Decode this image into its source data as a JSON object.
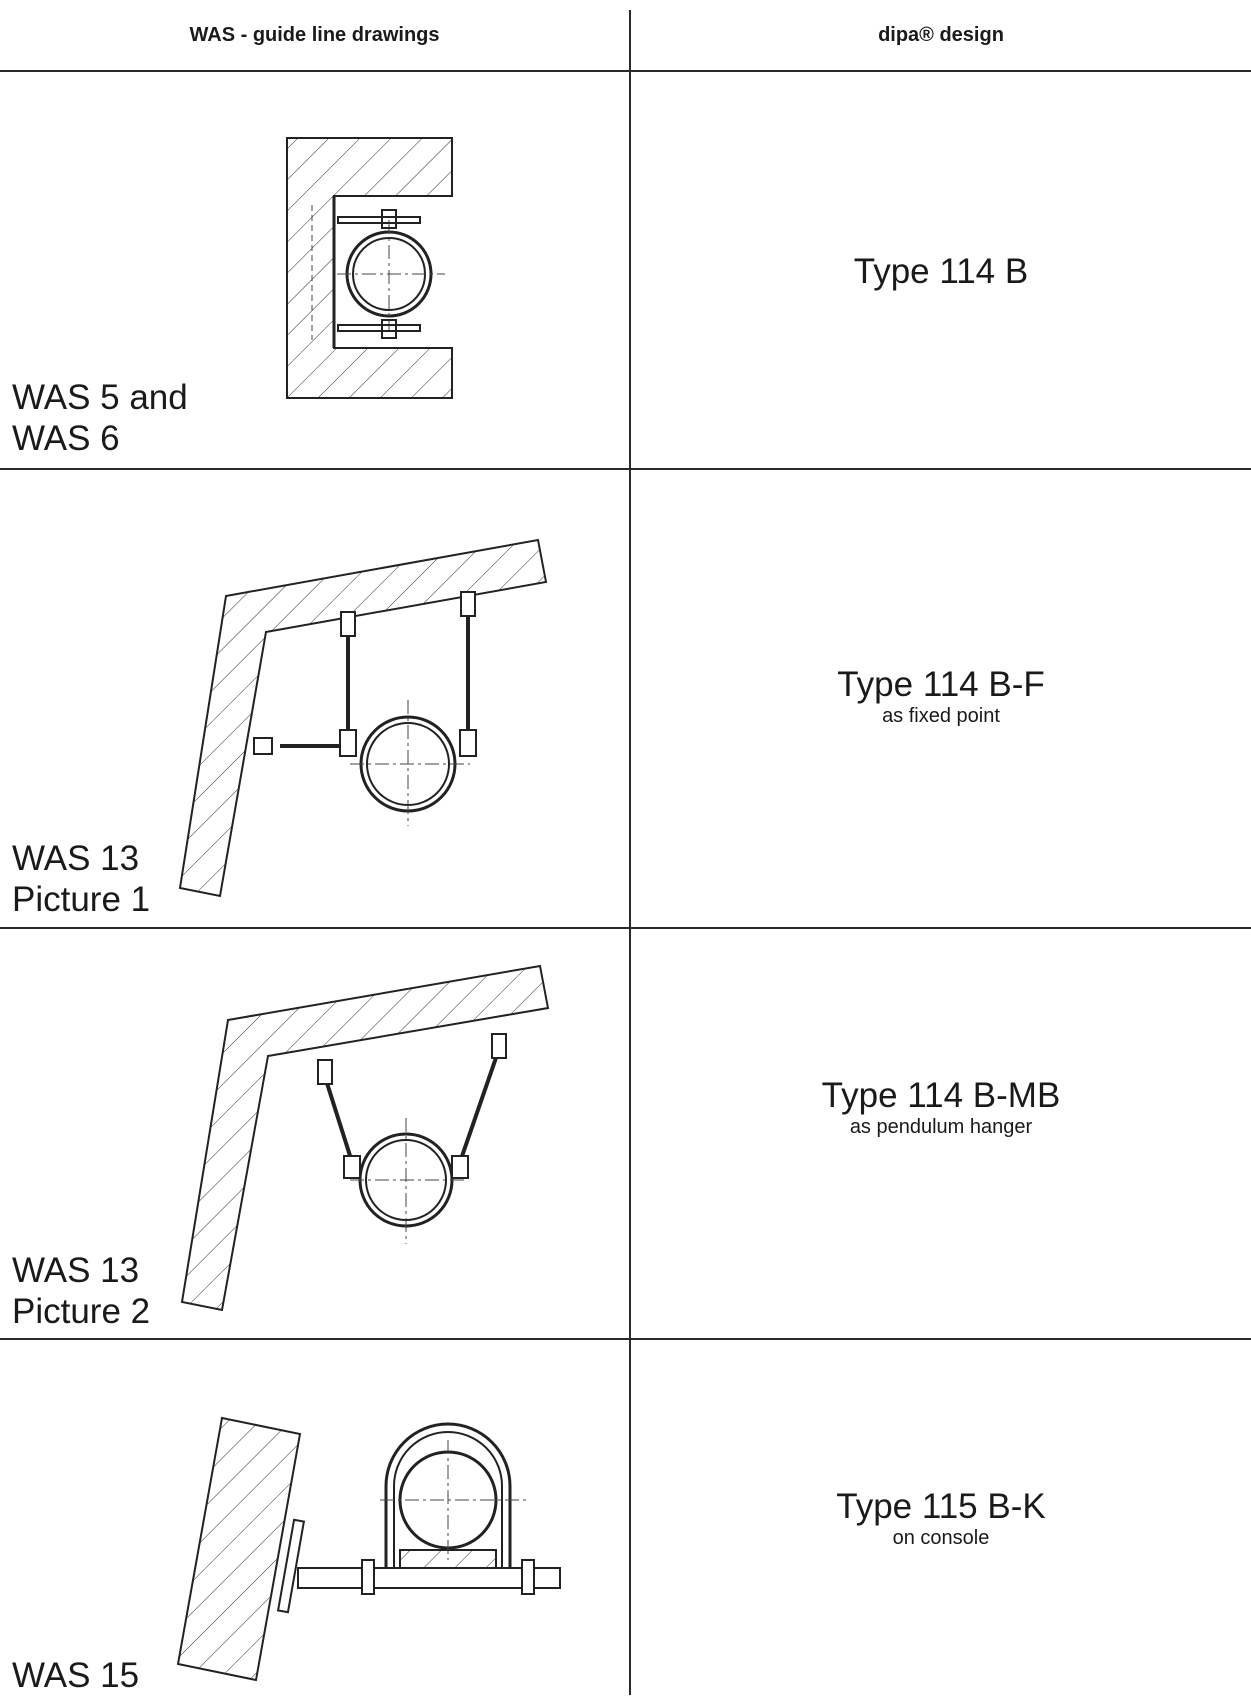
{
  "header": {
    "left_title": "WAS - guide line drawings",
    "right_title": "dipa® design"
  },
  "rows": [
    {
      "label_lines": [
        "WAS 5 and",
        "WAS 6"
      ],
      "type": "Type 114 B",
      "sub": ""
    },
    {
      "label_lines": [
        "WAS 13",
        "Picture 1"
      ],
      "type": "Type 114 B-F",
      "sub": "as fixed point"
    },
    {
      "label_lines": [
        "WAS 13",
        "Picture 2"
      ],
      "type": "Type 114 B-MB",
      "sub": "as pendulum hanger"
    },
    {
      "label_lines": [
        "WAS 15",
        ""
      ],
      "type": "Type 115 B-K",
      "sub": "on console"
    }
  ]
}
